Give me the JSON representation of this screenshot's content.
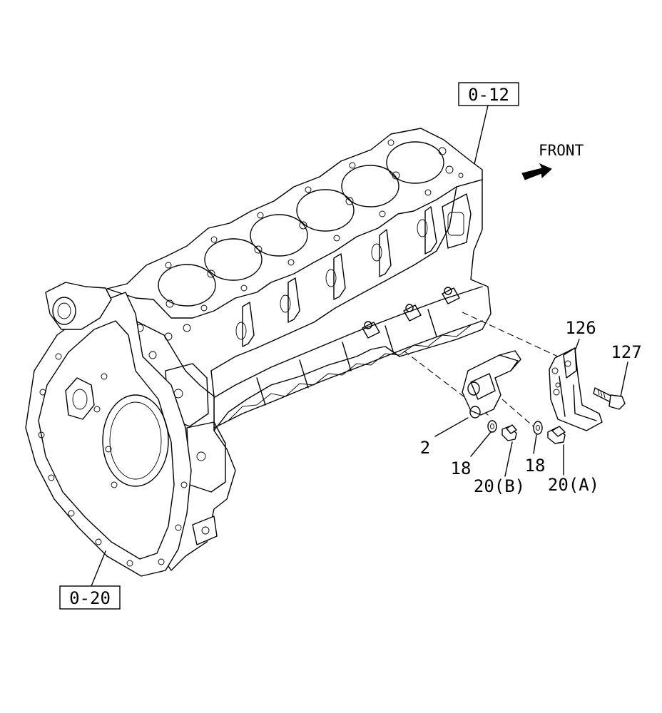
{
  "labels": {
    "ref_top": "0-12",
    "ref_bottom": "0-20",
    "front": "FRONT",
    "p2": "2",
    "p18a": "18",
    "p18b": "18",
    "p20b": "20(B)",
    "p20a": "20(A)",
    "p126": "126",
    "p127": "127"
  },
  "icons": {
    "front_arrow": "front-arrow-icon"
  }
}
